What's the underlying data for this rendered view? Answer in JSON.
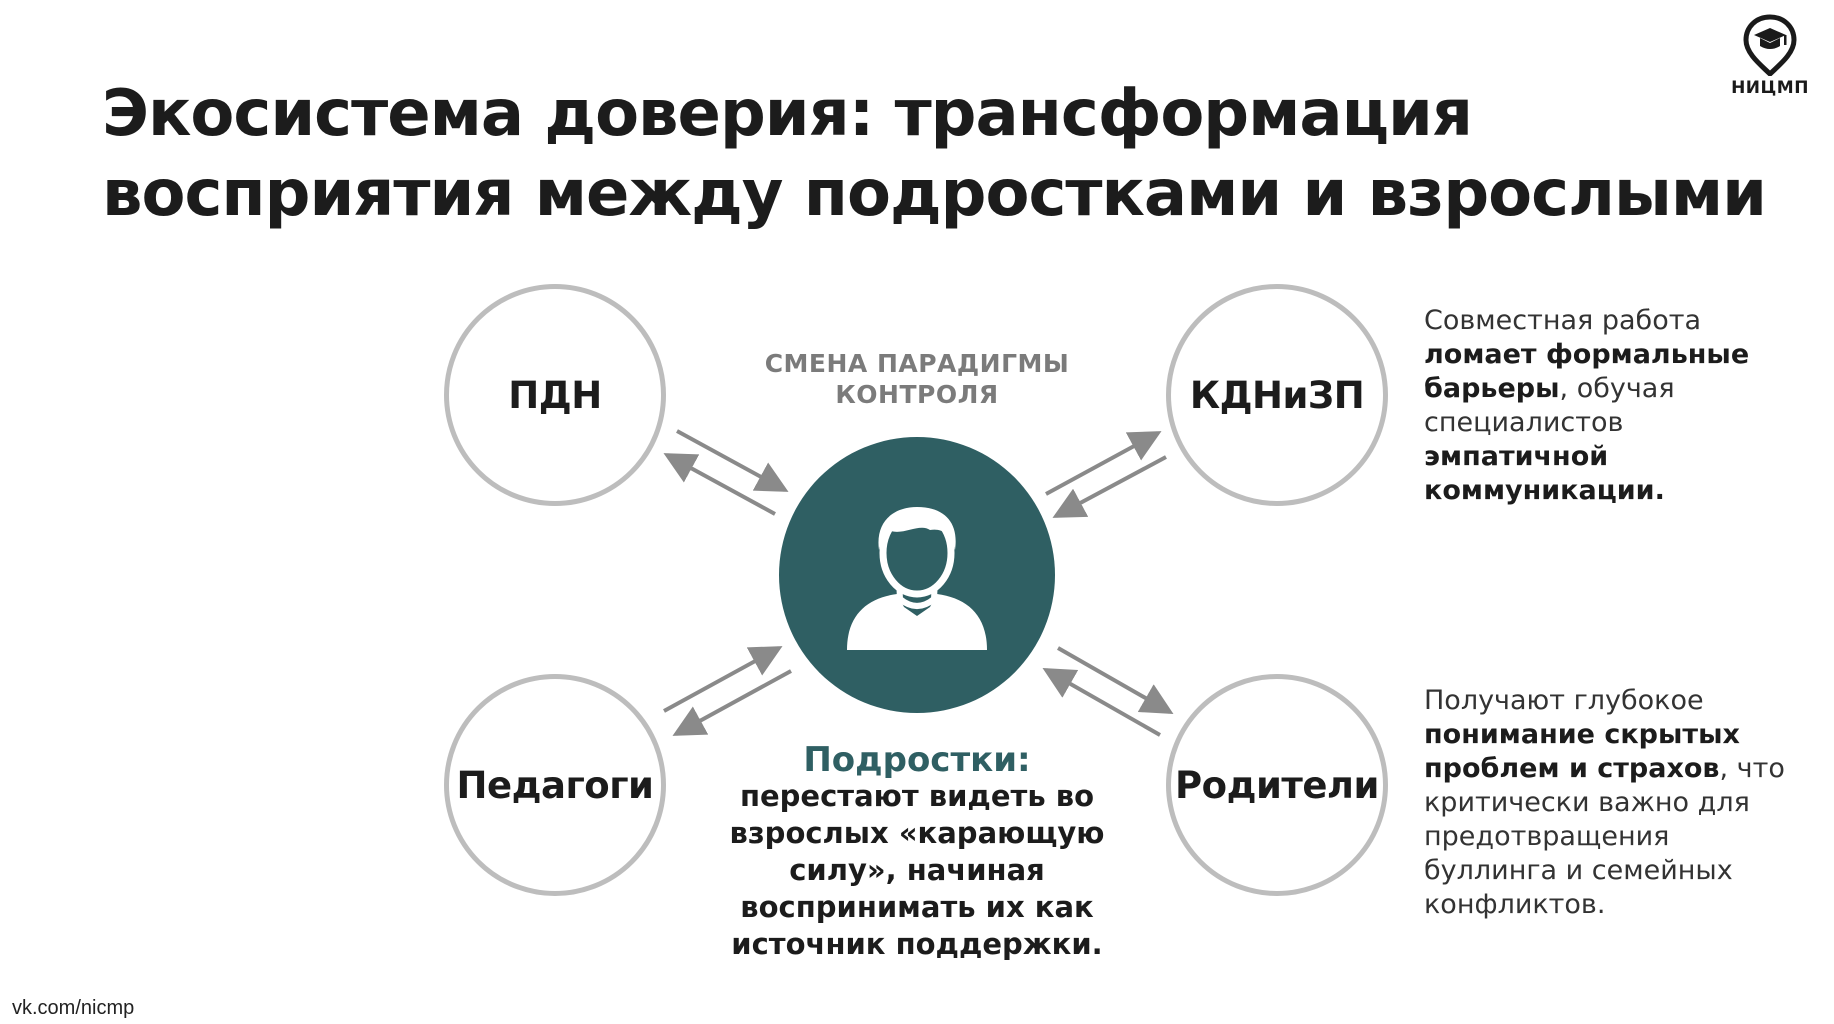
{
  "title": {
    "line1": "Экосистема доверия: трансформация",
    "line2": "восприятия между подростками и взрослыми"
  },
  "logo": {
    "text": "НИЦМП",
    "icon": "graduation-cap-pin-icon"
  },
  "center": {
    "paradigm_line1": "СМЕНА ПАРАДИГМЫ",
    "paradigm_line2": "КОНТРОЛЯ",
    "icon": "person-icon",
    "heading": "Подростки:",
    "text_lines": [
      "перестают видеть во",
      "взрослых «карающую",
      "силу», начиная",
      "воспринимать их как",
      "источник поддержки."
    ]
  },
  "nodes": {
    "pdn": "ПДН",
    "kdn": "КДНиЗП",
    "ped": "Педагоги",
    "rod": "Родители"
  },
  "descriptions": {
    "kdn": {
      "l1": "Совместная работа",
      "l2": "ломает формальные",
      "l3_bold": "барьеры",
      "l3_rest": ", обучая",
      "l4": "специалистов",
      "l5": "эмпатичной",
      "l6": "коммуникации."
    },
    "rod": {
      "l1": "Получают глубокое",
      "l2": "понимание скрытых",
      "l3_bold": "проблем и страхов",
      "l3_rest": ", что",
      "l4": "критически важно для",
      "l5": "предотвращения",
      "l6": "буллинга и семейных",
      "l7": "конфликтов."
    }
  },
  "colors": {
    "accent": "#2f5f63",
    "node_border": "#bdbdbd",
    "arrow": "#8a8a8a",
    "muted_text": "#7b7b7b"
  },
  "footer": "vk.com/nicmp"
}
